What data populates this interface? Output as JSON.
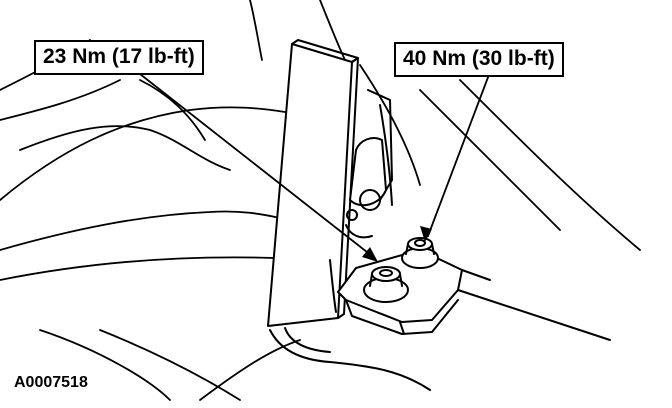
{
  "callouts": {
    "left_torque": "23 Nm (17 lb-ft)",
    "right_torque": "40 Nm (30 lb-ft)"
  },
  "figure": {
    "id": "A0007518"
  }
}
